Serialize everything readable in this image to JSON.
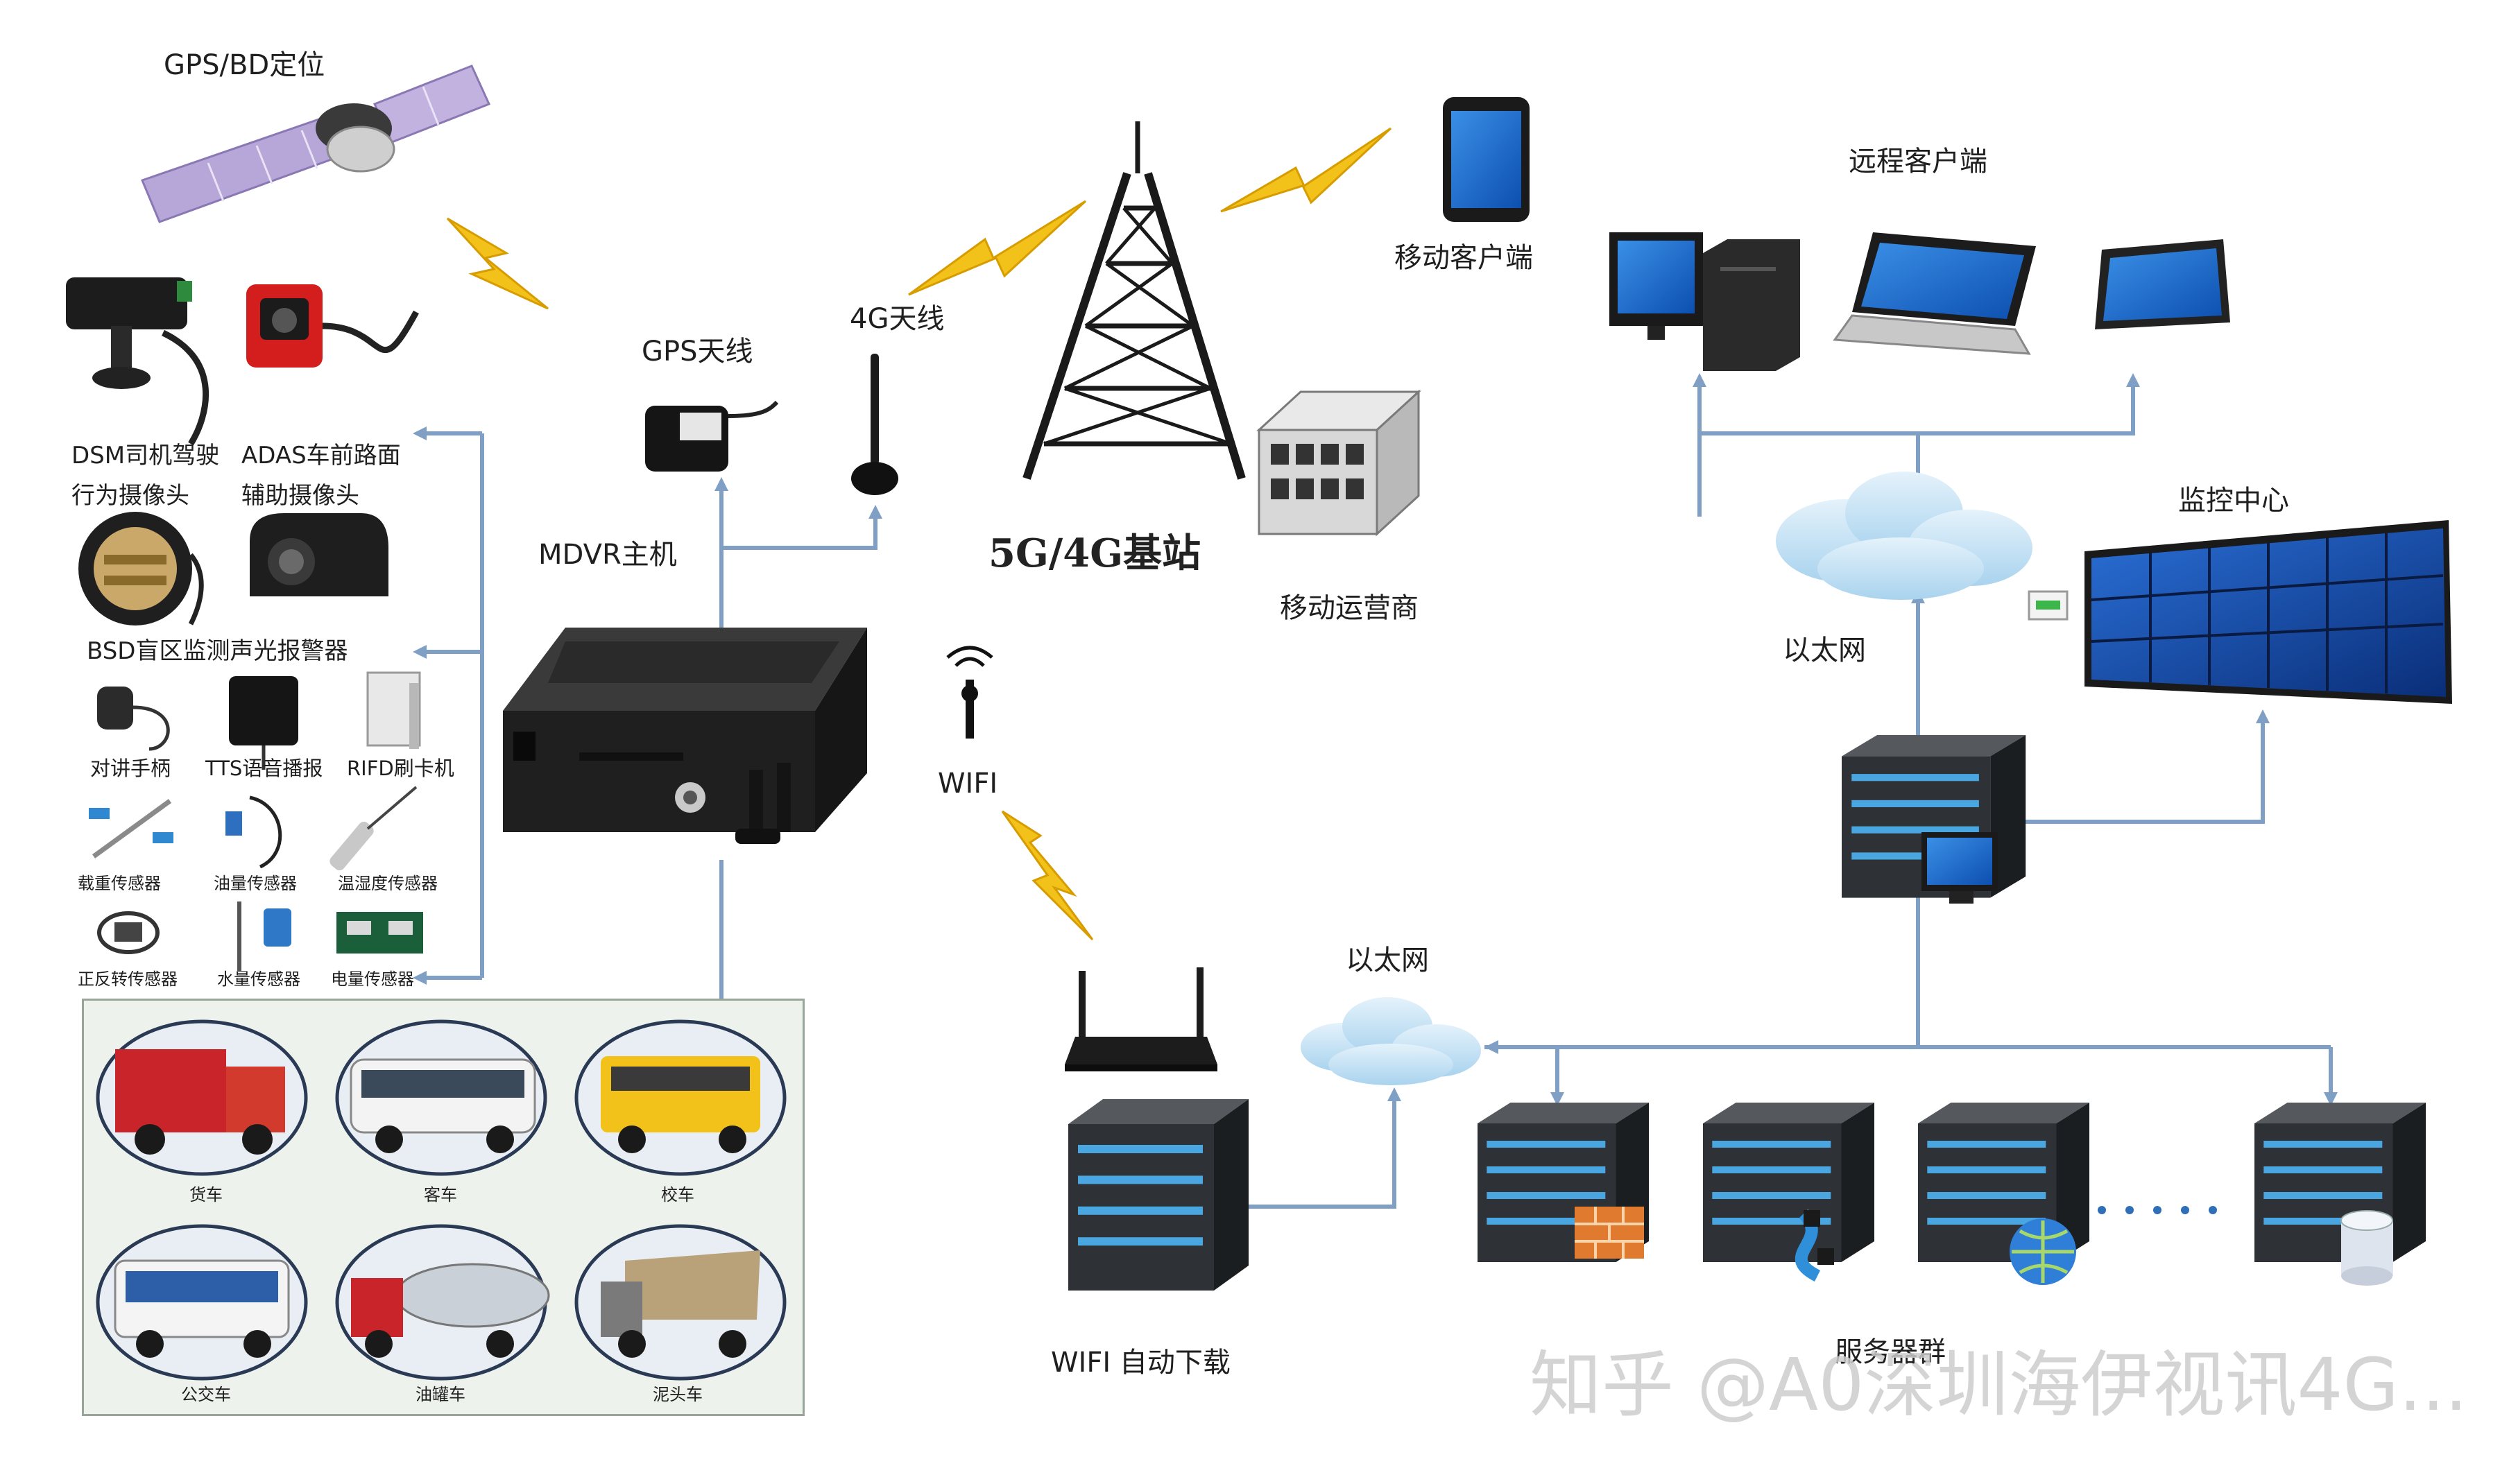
{
  "labels": {
    "gps_bd": "GPS/BD定位",
    "gps_antenna": "GPS天线",
    "antenna_4g": "4G天线",
    "base_station": "5G/4G基站",
    "mobile_client": "移动客户端",
    "remote_client": "远程客户端",
    "mobile_operator": "移动运营商",
    "mdvr": "MDVR主机",
    "wifi": "WIFI",
    "ethernet_top": "以太网",
    "monitor_center": "监控中心",
    "ethernet_bottom": "以太网",
    "wifi_download": "WIFI 自动下载",
    "server_cluster": "服务器群"
  },
  "peripherals": {
    "dsm_line1": "DSM司机驾驶",
    "dsm_line2": "行为摄像头",
    "adas_line1": "ADAS车前路面",
    "adas_line2": "辅助摄像头",
    "bsd": "BSD盲区监测声光报警器",
    "intercom": "对讲手柄",
    "tts": "TTS语音播报",
    "rfid": "RIFD刷卡机",
    "load_sensor": "载重传感器",
    "fuel_sensor": "油量传感器",
    "temp_humidity_sensor": "温湿度传感器",
    "rotation_sensor": "正反转传感器",
    "water_sensor": "水量传感器",
    "power_sensor": "电量传感器"
  },
  "vehicles": [
    "货车",
    "客车",
    "校车",
    "公交车",
    "油罐车",
    "泥头车"
  ],
  "watermark": "知乎 @A0深圳海伊视讯4G...",
  "colors": {
    "connector": "#7f9fc4",
    "lightning": "#f2c21a",
    "server_body": "#2e3236",
    "server_light": "#4aa6e0",
    "cloud": "#cfe6f5",
    "screen": "#1f6fd0"
  }
}
